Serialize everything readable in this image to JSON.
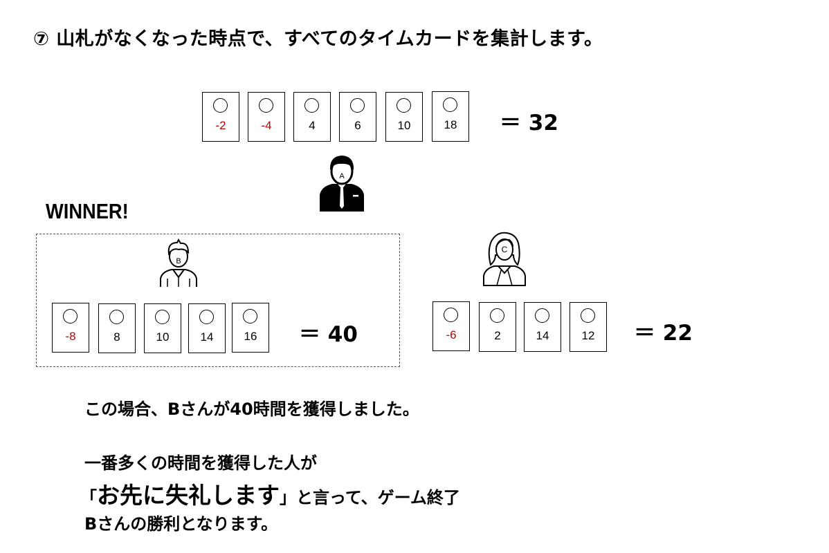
{
  "title": "⑦ 山札がなくなった時点で、すべてのタイムカードを集計します。",
  "players": [
    {
      "id": "A",
      "cards": [
        {
          "value": "-2",
          "negative": true
        },
        {
          "value": "-4",
          "negative": true
        },
        {
          "value": "4",
          "negative": false
        },
        {
          "value": "6",
          "negative": false
        },
        {
          "value": "10",
          "negative": false
        },
        {
          "value": "18",
          "negative": false
        }
      ],
      "total": "＝ 32"
    },
    {
      "id": "B",
      "cards": [
        {
          "value": "-8",
          "negative": true
        },
        {
          "value": "8",
          "negative": false
        },
        {
          "value": "10",
          "negative": false
        },
        {
          "value": "14",
          "negative": false
        },
        {
          "value": "16",
          "negative": false
        }
      ],
      "total": "＝ 40"
    },
    {
      "id": "C",
      "cards": [
        {
          "value": "-6",
          "negative": true
        },
        {
          "value": "2",
          "negative": false
        },
        {
          "value": "14",
          "negative": false
        },
        {
          "value": "12",
          "negative": false
        }
      ],
      "total": "＝ 22"
    }
  ],
  "winner_label": "WINNER!",
  "result_text": "この場合、Bさんが40時間を獲得しました。",
  "explanation": {
    "line1": "一番多くの時間を獲得した人が",
    "quote_open": "「",
    "quote_big": "お先に失礼します",
    "quote_rest": "」と言って、ゲーム終了",
    "line3": "Bさんの勝利となります。"
  },
  "colors": {
    "negative": "#c00000",
    "text": "#000000"
  },
  "icons": [
    "businessman-icon",
    "boy-icon",
    "woman-icon"
  ]
}
